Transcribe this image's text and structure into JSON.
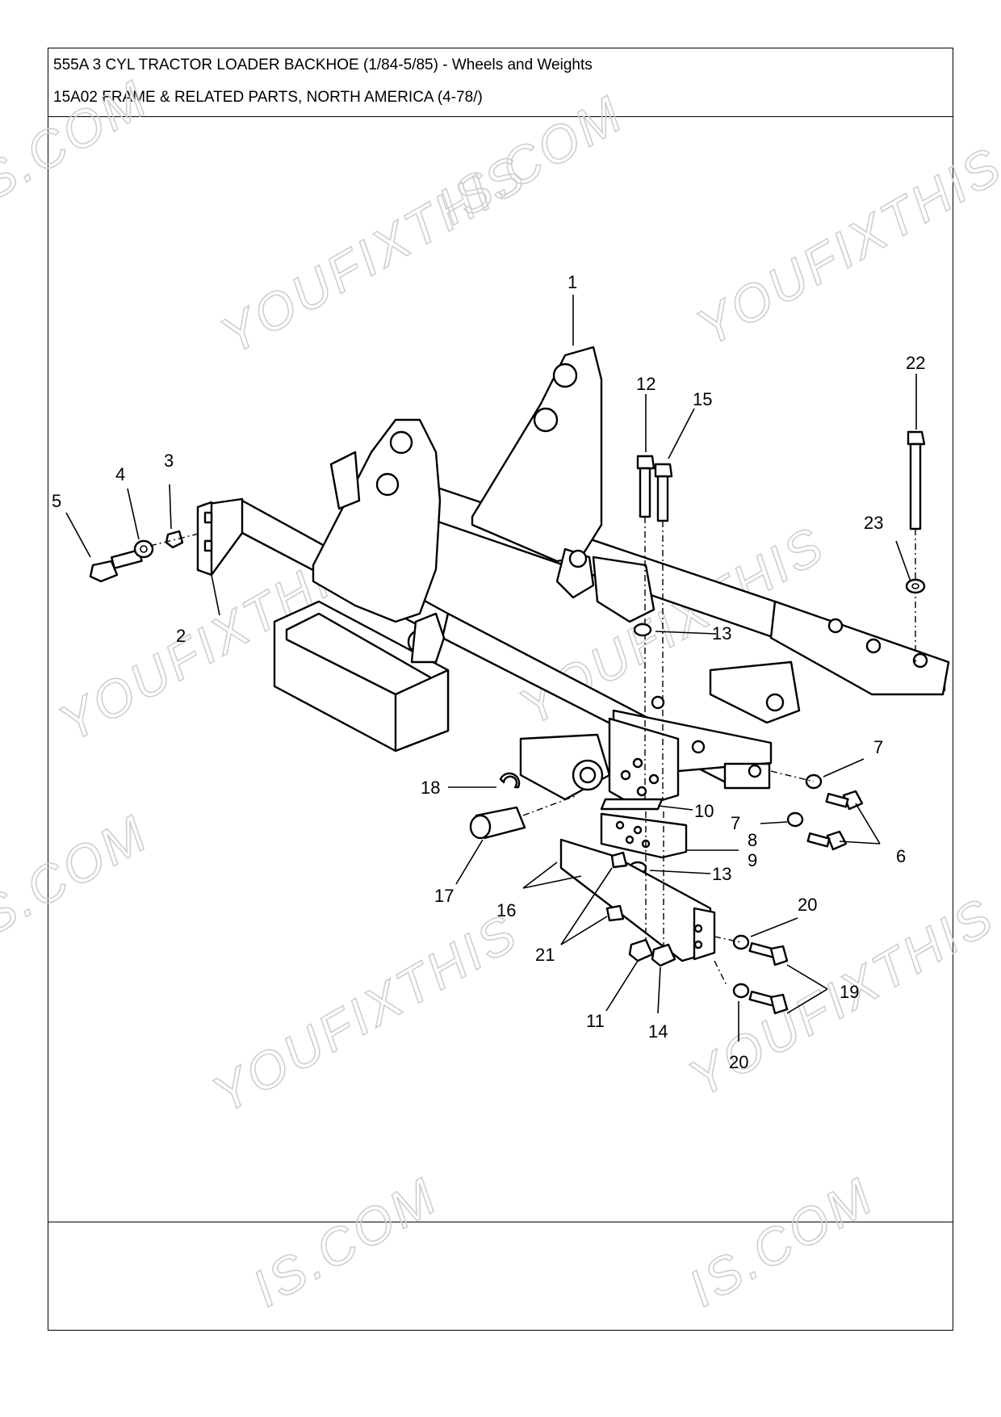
{
  "header": {
    "title_line1": "555A 3 CYL TRACTOR LOADER BACKHOE (1/84-5/85) - Wheels and Weights",
    "title_line2": "15A02 FRAME & RELATED PARTS, NORTH AMERICA (4-78/)"
  },
  "diagram": {
    "callouts": [
      {
        "id": "c1",
        "label": "1"
      },
      {
        "id": "c2",
        "label": "2"
      },
      {
        "id": "c3",
        "label": "3"
      },
      {
        "id": "c4",
        "label": "4"
      },
      {
        "id": "c5",
        "label": "5"
      },
      {
        "id": "c6",
        "label": "6"
      },
      {
        "id": "c7a",
        "label": "7"
      },
      {
        "id": "c7b",
        "label": "7"
      },
      {
        "id": "c8",
        "label": "8"
      },
      {
        "id": "c9",
        "label": "9"
      },
      {
        "id": "c10",
        "label": "10"
      },
      {
        "id": "c11",
        "label": "11"
      },
      {
        "id": "c12",
        "label": "12"
      },
      {
        "id": "c13a",
        "label": "13"
      },
      {
        "id": "c13b",
        "label": "13"
      },
      {
        "id": "c14",
        "label": "14"
      },
      {
        "id": "c15",
        "label": "15"
      },
      {
        "id": "c16",
        "label": "16"
      },
      {
        "id": "c17",
        "label": "17"
      },
      {
        "id": "c18",
        "label": "18"
      },
      {
        "id": "c19",
        "label": "19"
      },
      {
        "id": "c20a",
        "label": "20"
      },
      {
        "id": "c20b",
        "label": "20"
      },
      {
        "id": "c21",
        "label": "21"
      },
      {
        "id": "c22",
        "label": "22"
      },
      {
        "id": "c23",
        "label": "23"
      }
    ]
  },
  "watermark": {
    "text_full": "YOUFIXTHIS",
    "text_com": ".COM",
    "text_is_com": "IS.COM",
    "text_s_com": "S.COM",
    "text_fixthis_com": "FIXTHIS.COM",
    "text_ixthis_com": "IXTHIS.COM",
    "text_youfixthis_trunc": "YOUFIXTHIS",
    "text_youfixthi": "YOUFIXTHI"
  }
}
